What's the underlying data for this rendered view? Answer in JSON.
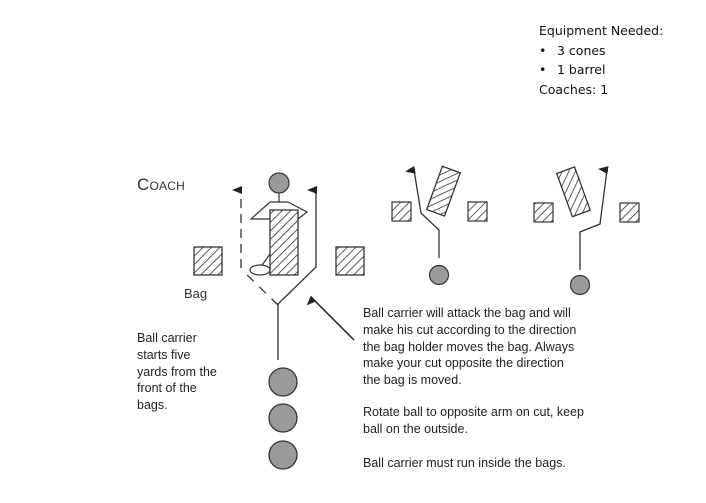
{
  "equipment": {
    "heading": "Equipment Needed:",
    "items": [
      {
        "bullet": "•",
        "text": "3 cones"
      },
      {
        "bullet": "•",
        "text": "1 barrel"
      }
    ],
    "coaches": "Coaches:  1"
  },
  "diagram": {
    "coach_label": "Coach",
    "bag_label": "Bag",
    "left_note_lines": [
      "Ball carrier",
      "starts five",
      "yards from the",
      "front of the",
      "bags."
    ],
    "instructions": [
      {
        "lines": [
          "Ball carrier will attack the bag and will",
          "make his cut according to the direction",
          "the bag holder moves the bag.  Always",
          "make your cut opposite the direction",
          "the bag is moved."
        ]
      },
      {
        "lines": [
          "Rotate ball to opposite arm on cut, keep",
          "ball on the outside."
        ]
      },
      {
        "lines": [
          "Ball carrier must run inside the bags."
        ]
      }
    ],
    "icons": {
      "player": "circle-player-icon",
      "bag": "hatched-bag-icon",
      "coach": "coach-figure-icon",
      "arrow": "route-arrow-icon"
    },
    "colors": {
      "player_fill": "#9a9a9a",
      "stroke": "#333333",
      "hatch": "#333333"
    }
  }
}
